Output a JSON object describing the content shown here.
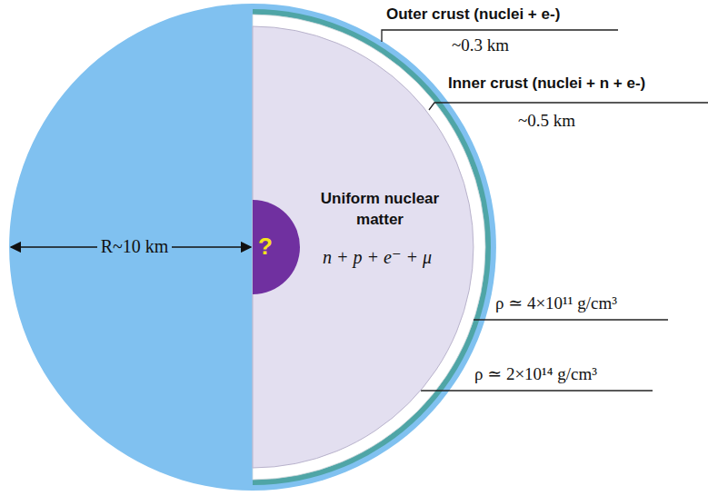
{
  "diagram": {
    "nodes": [
      {
        "text": [
          "Uniform nuclear matter",
          "n + p + e⁻ + μ"
        ]
      },
      {
        "text": [
          "?"
        ],
        "in": 0
      }
    ],
    "labels": [
      "Outer crust (nuclei + e-)",
      "~0.3 km",
      "Inner crust (nuclei + n + e-)",
      "~0.5 km",
      "R~10 km",
      "ρ ≃ 4×10¹¹ g/cm³",
      "ρ ≃ 2×10¹⁴ g/cm³"
    ]
  }
}
